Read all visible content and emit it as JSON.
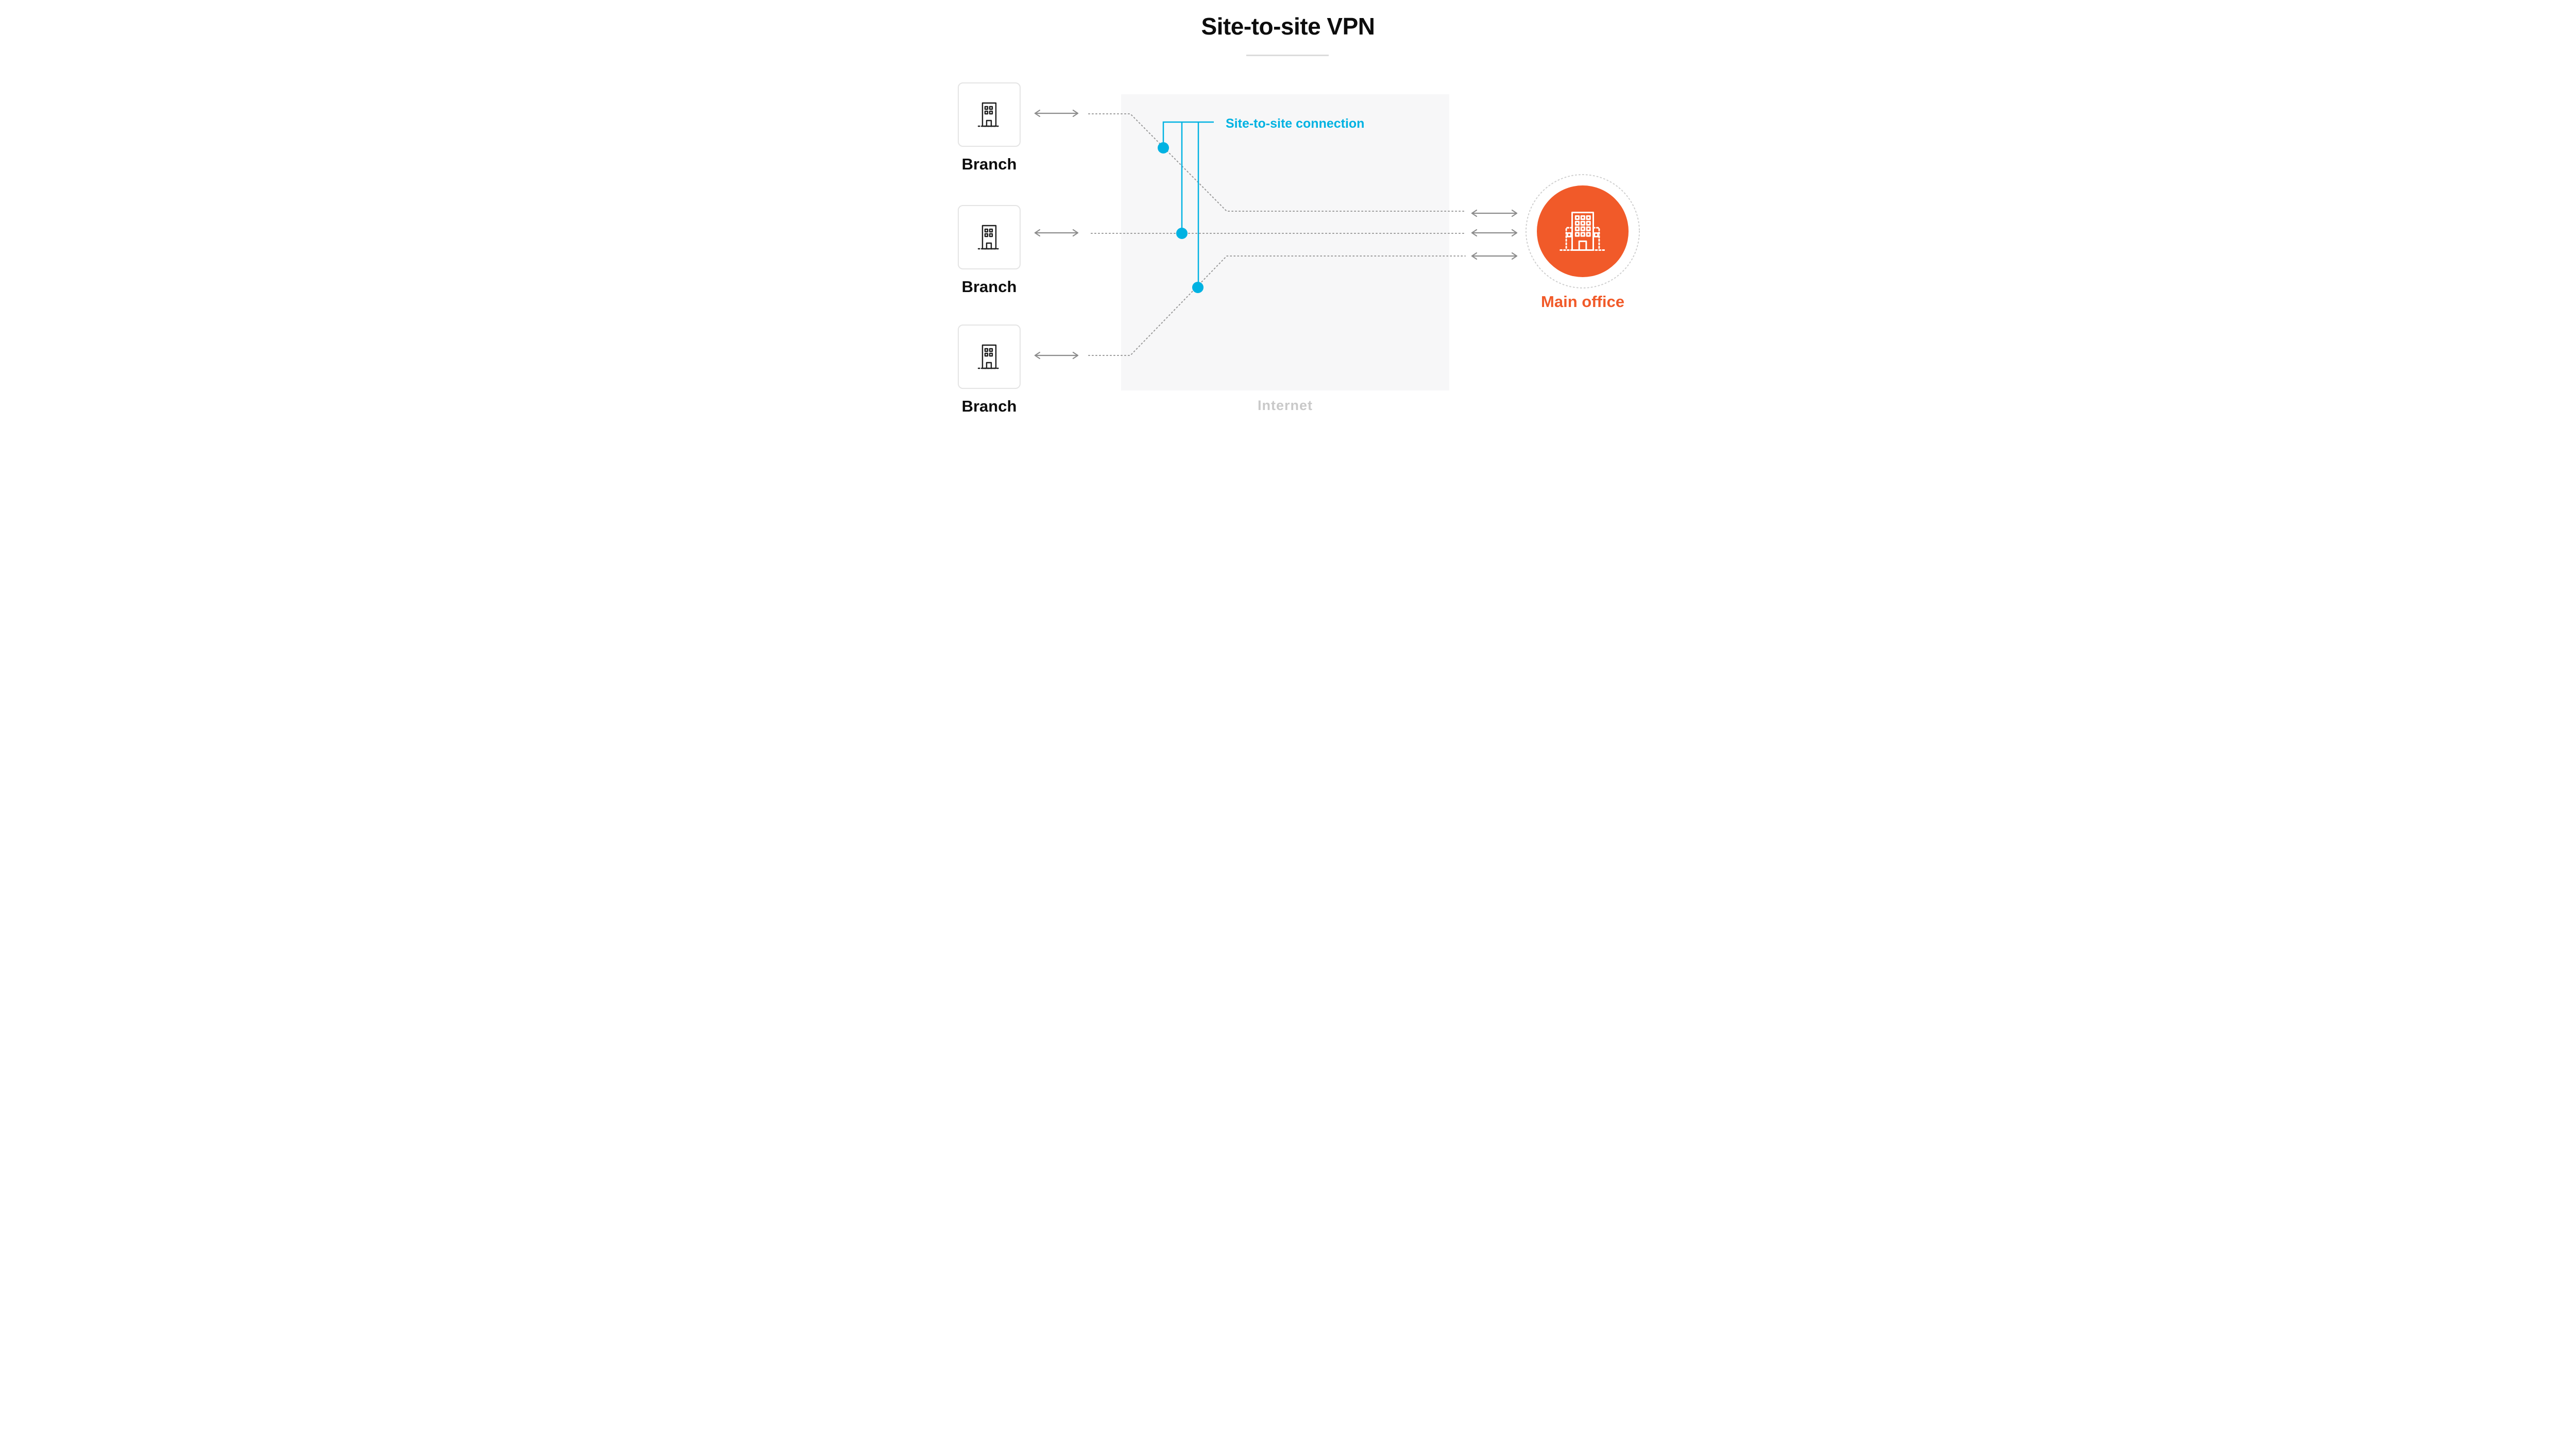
{
  "title": "Site-to-site VPN",
  "diagram": {
    "branches": [
      {
        "label": "Branch"
      },
      {
        "label": "Branch"
      },
      {
        "label": "Branch"
      }
    ],
    "internet_label": "Internet",
    "connection_label": "Site-to-site connection",
    "main_office_label": "Main office",
    "colors": {
      "accent_cyan": "#00b2e2",
      "accent_orange": "#f15a29",
      "dotted_line_gray": "#9a9a9a",
      "arrow_gray": "#8c8c8c",
      "internet_panel_gray": "#f7f7f8"
    }
  }
}
